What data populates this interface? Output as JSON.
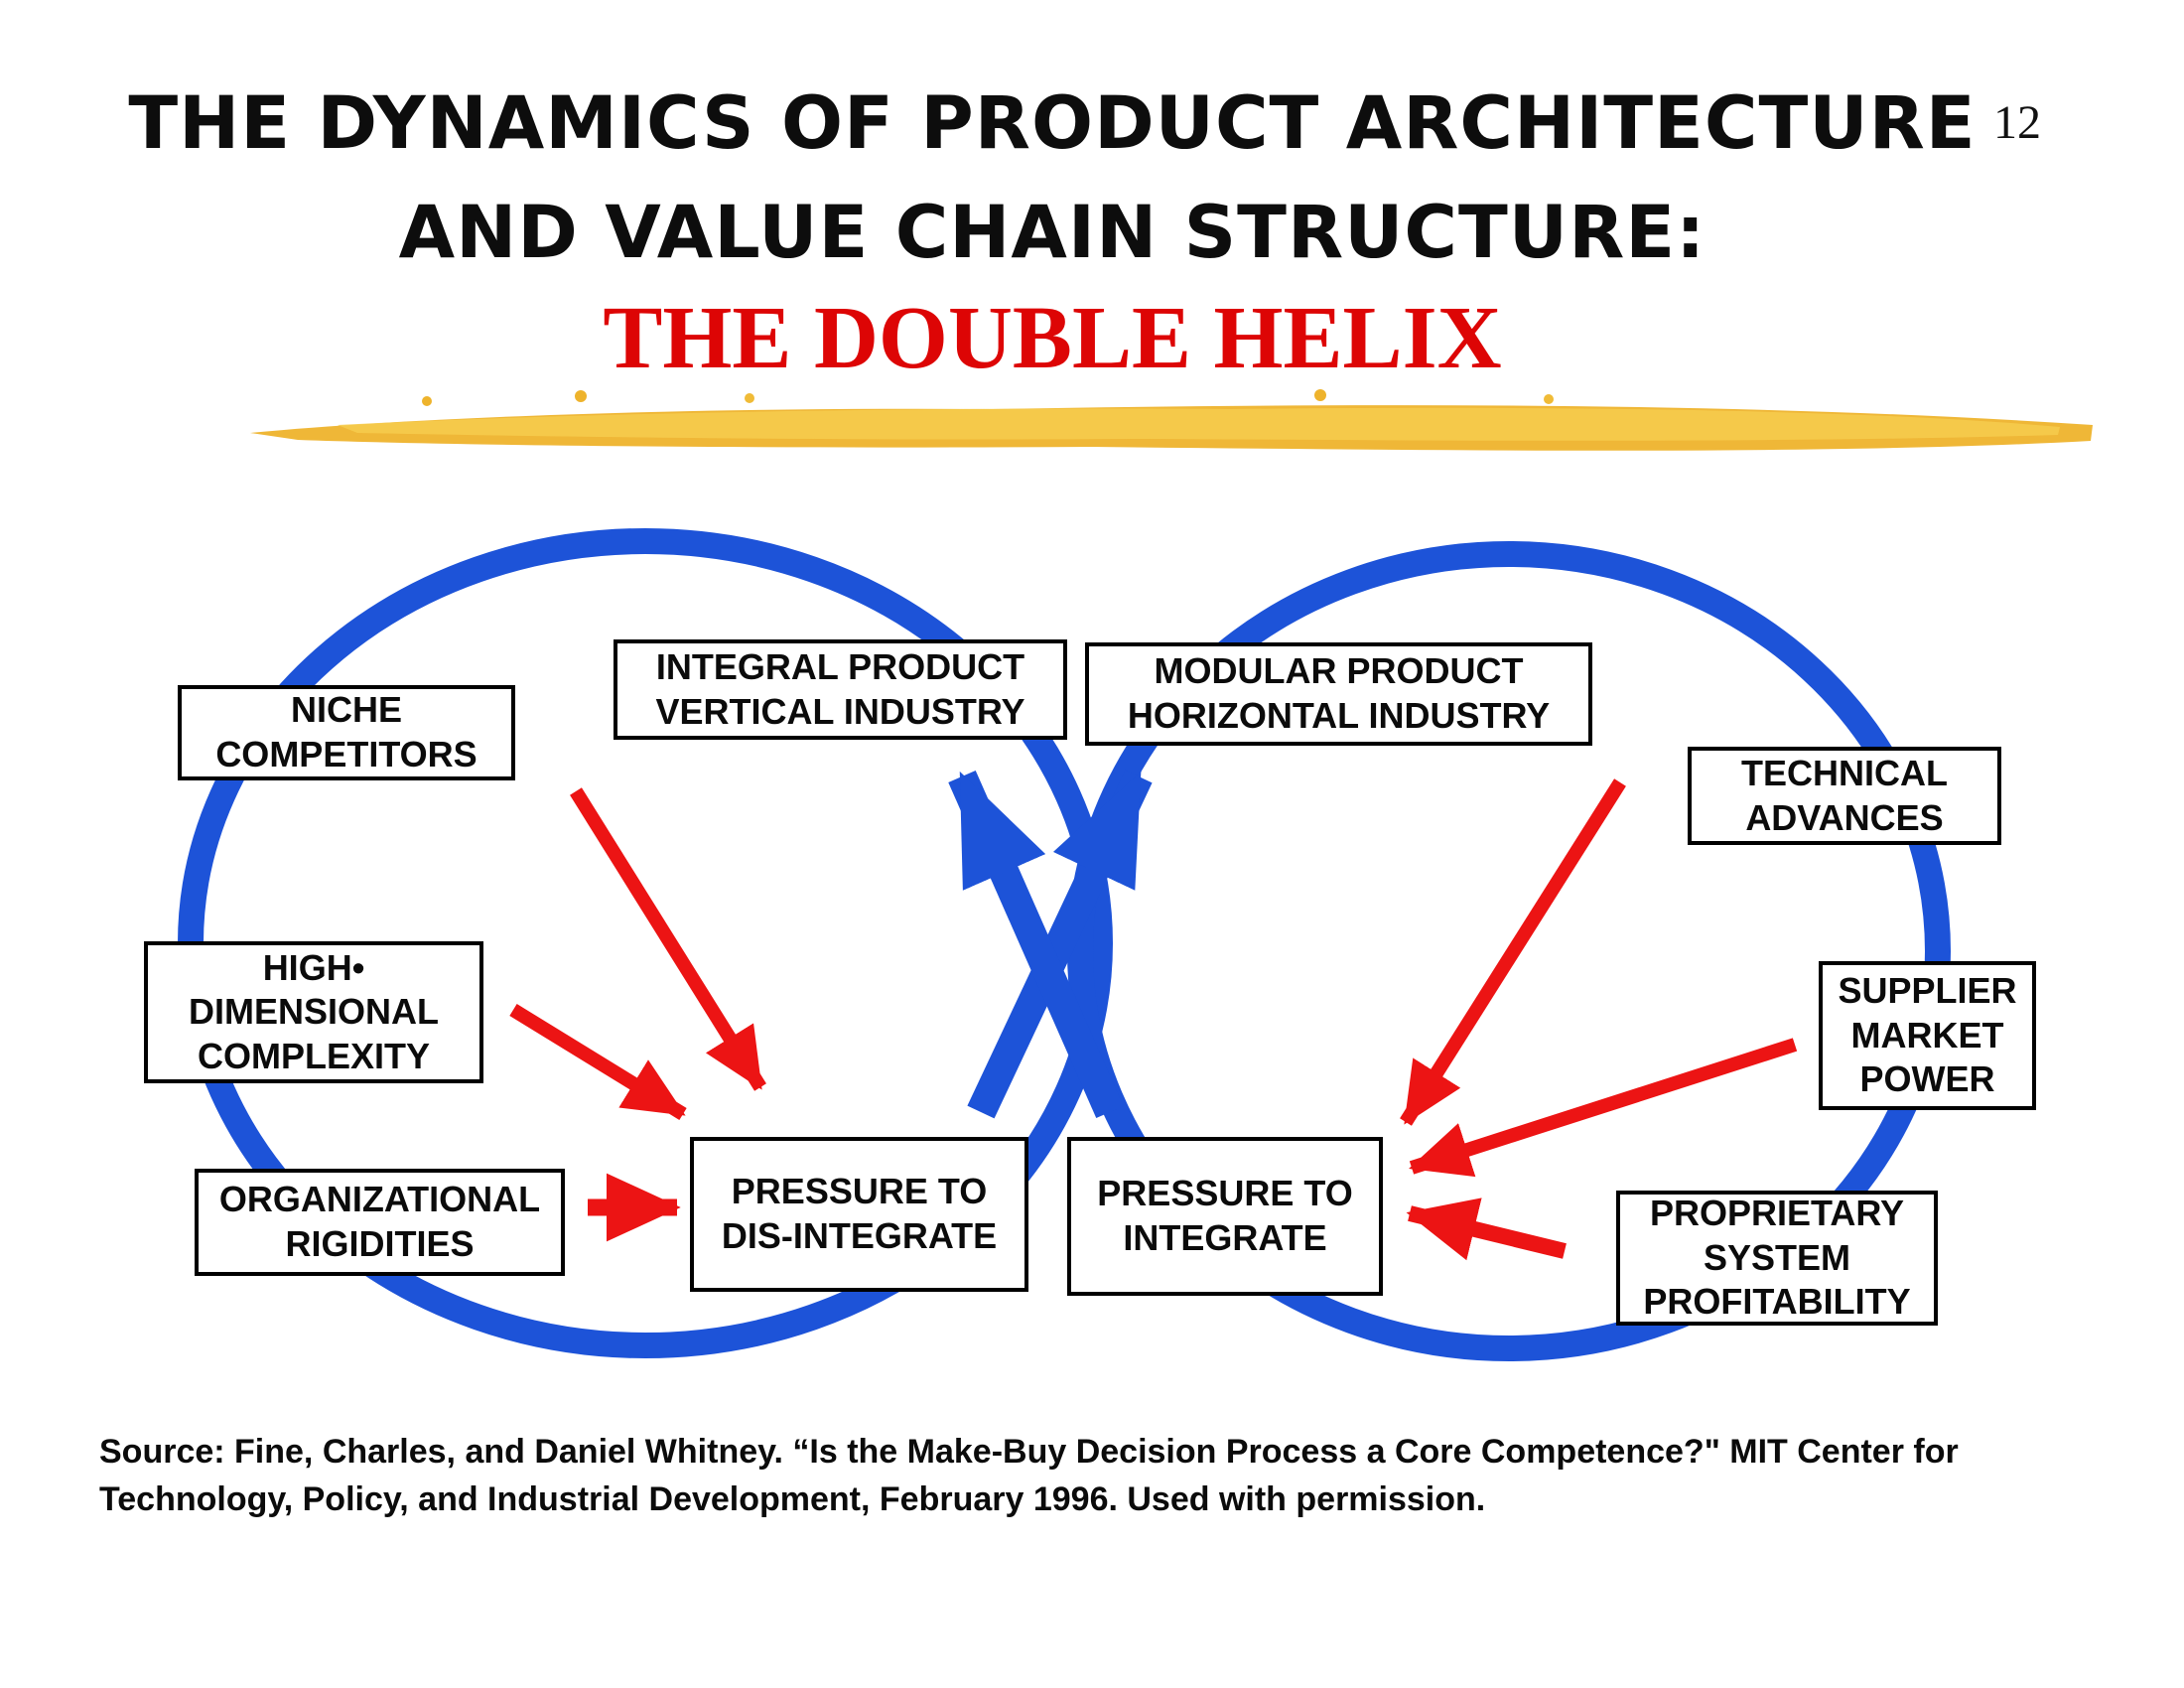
{
  "page_number": "12",
  "title": {
    "line1": "THE DYNAMICS OF PRODUCT ARCHITECTURE",
    "line2": "AND VALUE CHAIN STRUCTURE:",
    "subtitle": "THE DOUBLE HELIX"
  },
  "colors": {
    "title_text": "#0d0d0d",
    "subtitle_red": "#dd0505",
    "circle_blue": "#1d53d8",
    "arrow_red": "#ec1414",
    "brush_gold": "#eeb32c",
    "brush_gold_light": "#f6cd4e",
    "box_border": "#000000",
    "box_background": "#ffffff"
  },
  "boxes": {
    "niche_competitors": "NICHE\nCOMPETITORS",
    "integral_product": "INTEGRAL PRODUCT\nVERTICAL INDUSTRY",
    "modular_product": "MODULAR PRODUCT\nHORIZONTAL INDUSTRY",
    "technical_advances": "TECHNICAL\nADVANCES",
    "high_dimensional_complexity": "HIGH•\nDIMENSIONAL\nCOMPLEXITY",
    "supplier_market_power": "SUPPLIER\nMARKET\nPOWER",
    "organizational_rigidities": "ORGANIZATIONAL\nRIGIDITIES",
    "pressure_to_disintegrate": "PRESSURE TO\nDIS-INTEGRATE",
    "pressure_to_integrate": "PRESSURE TO\nINTEGRATE",
    "proprietary_system_profitability": "PROPRIETARY\nSYSTEM\nPROFITABILITY"
  },
  "source": {
    "line1": "Source: Fine, Charles, and Daniel Whitney. “Is the Make-Buy Decision Process a Core Competence?\" MIT Center for",
    "line2": "Technology, Policy, and Industrial Development, February 1996. Used with permission."
  }
}
